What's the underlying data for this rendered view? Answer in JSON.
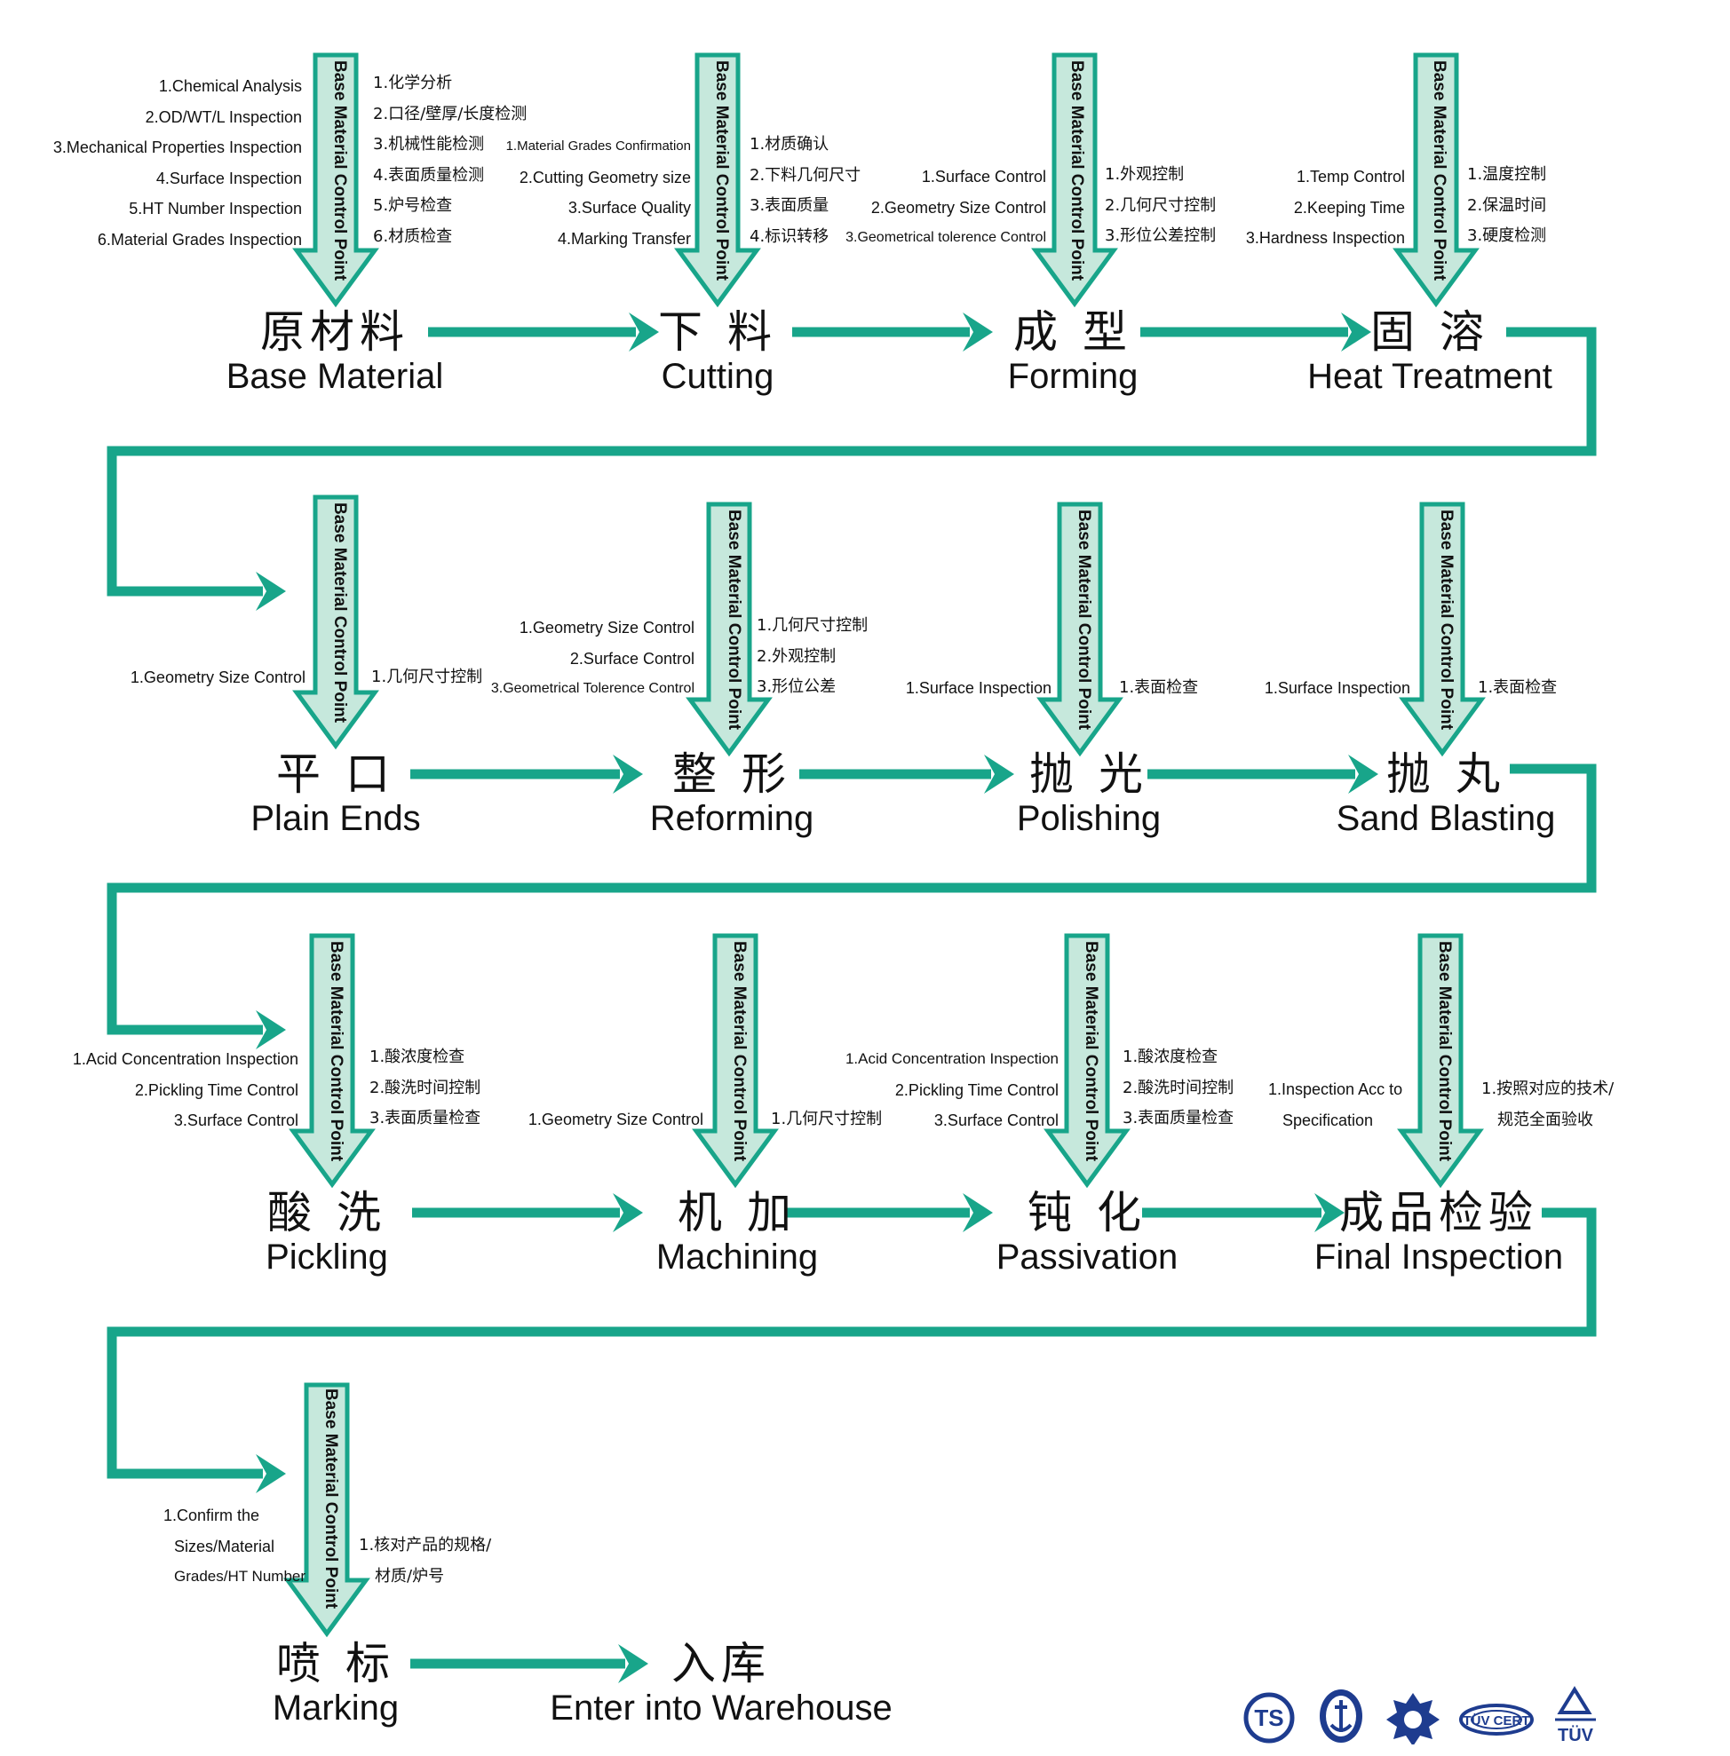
{
  "colors": {
    "flow": "#18a58a",
    "control_fill": "#c6e8dc",
    "control_stroke": "#18a58a",
    "logo_blue": "#1e3c8f"
  },
  "control_label": "Base Material Control Point",
  "steps": [
    {
      "cn": "原材料",
      "en": "Base Material",
      "items_en": [
        "1.Chemical Analysis",
        "2.OD/WT/L Inspection",
        "3.Mechanical Properties Inspection",
        "4.Surface Inspection",
        "5.HT Number Inspection",
        "6.Material Grades Inspection"
      ],
      "items_cn": [
        "1.化学分析",
        "2.口径/壁厚/长度检测",
        "3.机械性能检测",
        "4.表面质量检测",
        "5.炉号检查",
        "6.材质检查"
      ]
    },
    {
      "cn": "下 料",
      "en": "Cutting",
      "items_en": [
        "1.Material Grades Confirmation",
        "2.Cutting Geometry size",
        "3.Surface Quality",
        "4.Marking Transfer"
      ],
      "items_cn": [
        "1.材质确认",
        "2.下料几何尺寸",
        "3.表面质量",
        "4.标识转移"
      ]
    },
    {
      "cn": "成 型",
      "en": "Forming",
      "items_en": [
        "1.Surface Control",
        "2.Geometry Size Control",
        "3.Geometrical tolerence Control"
      ],
      "items_cn": [
        "1.外观控制",
        "2.几何尺寸控制",
        "3.形位公差控制"
      ]
    },
    {
      "cn": "固 溶",
      "en": "Heat Treatment",
      "items_en": [
        "1.Temp Control",
        "2.Keeping Time",
        "3.Hardness Inspection"
      ],
      "items_cn": [
        "1.温度控制",
        "2.保温时间",
        "3.硬度检测"
      ]
    },
    {
      "cn": "平 口",
      "en": "Plain Ends",
      "items_en": [
        "1.Geometry Size Control"
      ],
      "items_cn": [
        "1.几何尺寸控制"
      ]
    },
    {
      "cn": "整 形",
      "en": "Reforming",
      "items_en": [
        "1.Geometry Size Control",
        "2.Surface Control",
        "3.Geometrical Tolerence Control"
      ],
      "items_cn": [
        "1.几何尺寸控制",
        "2.外观控制",
        "3.形位公差"
      ]
    },
    {
      "cn": "抛 光",
      "en": "Polishing",
      "items_en": [
        "1.Surface Inspection"
      ],
      "items_cn": [
        "1.表面检查"
      ]
    },
    {
      "cn": "抛 丸",
      "en": "Sand Blasting",
      "items_en": [
        "1.Surface Inspection"
      ],
      "items_cn": [
        "1.表面检查"
      ]
    },
    {
      "cn": "酸 洗",
      "en": "Pickling",
      "items_en": [
        "1.Acid Concentration Inspection",
        "2.Pickling Time Control",
        "3.Surface Control"
      ],
      "items_cn": [
        "1.酸浓度检查",
        "2.酸洗时间控制",
        "3.表面质量检查"
      ]
    },
    {
      "cn": "机 加",
      "en": "Machining",
      "items_en": [
        "1.Geometry Size Control"
      ],
      "items_cn": [
        "1.几何尺寸控制"
      ]
    },
    {
      "cn": "钝 化",
      "en": "Passivation",
      "items_en": [
        "1.Acid Concentration Inspection",
        "2.Pickling Time Control",
        "3.Surface Control"
      ],
      "items_cn": [
        "1.酸浓度检查",
        "2.酸洗时间控制",
        "3.表面质量检查"
      ]
    },
    {
      "cn": "成品检验",
      "en": "Final Inspection",
      "items_en": [
        "1.Inspection Acc to",
        "Specification"
      ],
      "items_cn": [
        "1.按照对应的技术/",
        "规范全面验收"
      ]
    },
    {
      "cn": "喷 标",
      "en": "Marking",
      "items_en": [
        "1.Confirm the",
        "Sizes/Material",
        "Grades/HT Number"
      ],
      "items_cn": [
        "1.核对产品的规格/",
        "材质/炉号"
      ]
    },
    {
      "cn": "入库",
      "en": "Enter into Warehouse",
      "items_en": [],
      "items_cn": []
    }
  ],
  "logos": [
    {
      "name": "ts-logo",
      "text": "TS"
    },
    {
      "name": "anchor-seal-logo",
      "text": ""
    },
    {
      "name": "star-seal-logo",
      "text": ""
    },
    {
      "name": "tuv-cert-logo",
      "text": "TÜV CERT"
    },
    {
      "name": "tuv-triangle-logo",
      "text": "TÜV"
    }
  ]
}
